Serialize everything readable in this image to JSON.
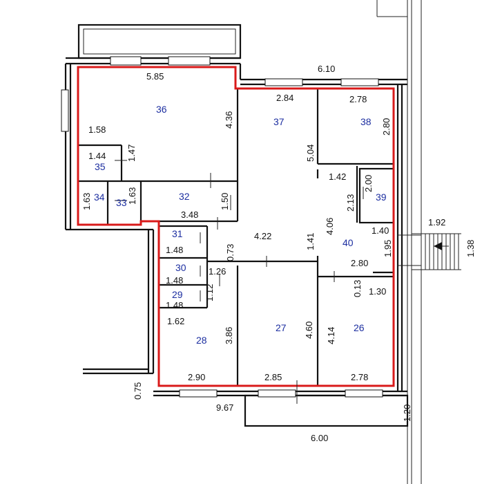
{
  "rooms": [
    {
      "num": "36"
    },
    {
      "num": "37"
    },
    {
      "num": "38"
    },
    {
      "num": "35"
    },
    {
      "num": "34"
    },
    {
      "num": "33"
    },
    {
      "num": "32"
    },
    {
      "num": "39"
    },
    {
      "num": "40"
    },
    {
      "num": "31"
    },
    {
      "num": "30"
    },
    {
      "num": "29"
    },
    {
      "num": "28"
    },
    {
      "num": "27"
    },
    {
      "num": "26"
    }
  ],
  "dimensions": [
    "5.85",
    "6.10",
    "2.84",
    "2.78",
    "4.36",
    "1.58",
    "2.80",
    "5.04",
    "1.44",
    "1.47",
    "1.42",
    "2.00",
    "1.63",
    "1.63",
    "2.13",
    "3.48",
    "1.50",
    "4.06",
    "1.40",
    "1.92",
    "1.38",
    "4.22",
    "1.41",
    "1.95",
    "1.48",
    "0.73",
    "1.26",
    "2.80",
    "1.48",
    "0.13",
    "1.30",
    "1.12",
    "1.48",
    "1.62",
    "3.86",
    "4.60",
    "4.14",
    "2.90",
    "2.85",
    "2.78",
    "0.75",
    "9.67",
    "1.20",
    "6.00"
  ]
}
